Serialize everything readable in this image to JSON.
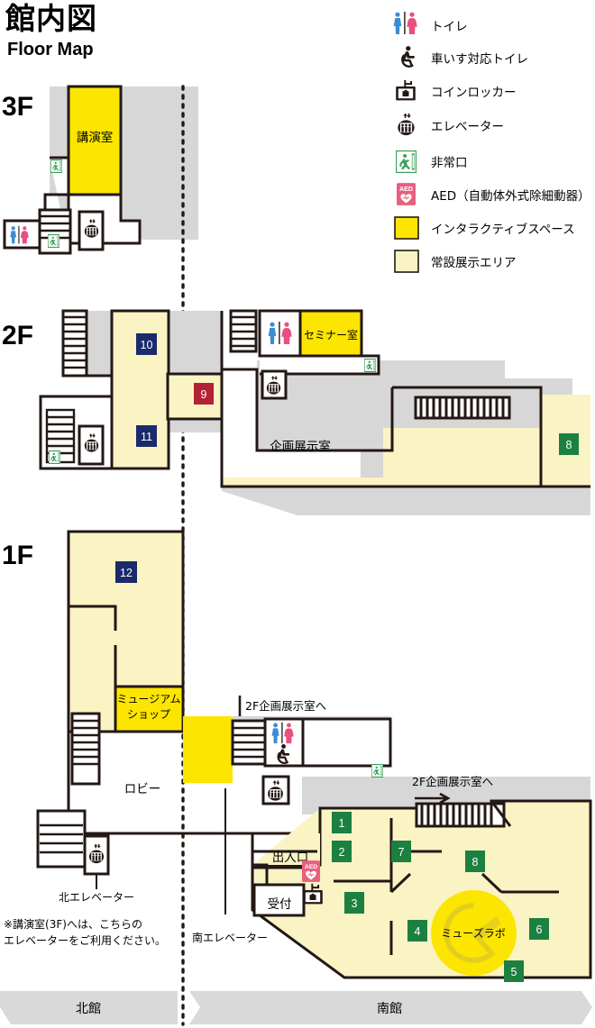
{
  "header": {
    "title_jp": "館内図",
    "title_en": "Floor Map"
  },
  "legend": {
    "items": [
      {
        "icon": "restroom-icon",
        "label": "トイレ"
      },
      {
        "icon": "wheelchair-restroom-icon",
        "label": "車いす対応トイレ"
      },
      {
        "icon": "coin-locker-icon",
        "label": "コインロッカー"
      },
      {
        "icon": "elevator-icon",
        "label": "エレベーター"
      },
      {
        "icon": "emergency-exit-icon",
        "label": "非常口"
      },
      {
        "icon": "aed-icon",
        "label": "AED（自動体外式除細動器）"
      },
      {
        "icon": "swatch-bright-yellow",
        "label": "インタラクティブスペース"
      },
      {
        "icon": "swatch-pale-yellow",
        "label": "常設展示エリア"
      }
    ]
  },
  "floors": [
    {
      "id": "3F",
      "label": "3F",
      "rooms": [
        {
          "name": "講演室",
          "type": "interactive"
        }
      ],
      "markers": []
    },
    {
      "id": "2F",
      "label": "2F",
      "rooms": [
        {
          "name": "セミナー室",
          "type": "interactive"
        },
        {
          "name": "企画展示室",
          "type": "plain"
        }
      ],
      "markers": [
        {
          "num": "10",
          "color": "navy"
        },
        {
          "num": "11",
          "color": "navy"
        },
        {
          "num": "9",
          "color": "red"
        },
        {
          "num": "8",
          "color": "green"
        }
      ]
    },
    {
      "id": "1F",
      "label": "1F",
      "rooms": [
        {
          "name": "ミュージアム",
          "type": "interactive"
        },
        {
          "name": "ショップ",
          "type": "interactive"
        },
        {
          "name": "ロビー",
          "type": "plain"
        },
        {
          "name": "出入口",
          "type": "plain"
        },
        {
          "name": "受付",
          "type": "plain"
        },
        {
          "name": "ミューズラボ",
          "type": "interactive"
        }
      ],
      "markers": [
        {
          "num": "12",
          "color": "navy"
        },
        {
          "num": "1",
          "color": "green"
        },
        {
          "num": "2",
          "color": "green"
        },
        {
          "num": "3",
          "color": "green"
        },
        {
          "num": "4",
          "color": "green"
        },
        {
          "num": "5",
          "color": "green"
        },
        {
          "num": "6",
          "color": "green"
        },
        {
          "num": "7",
          "color": "green"
        },
        {
          "num": "8",
          "color": "green"
        }
      ],
      "callouts": [
        {
          "name": "north-elevator",
          "label": "北エレベーター"
        },
        {
          "name": "south-elevator",
          "label": "南エレベーター"
        }
      ],
      "directions": [
        {
          "label": "2F企画展示室へ",
          "arrow": "down"
        },
        {
          "label": "2F企画展示室へ",
          "arrow": "right"
        }
      ],
      "note": "※講演室(3F)へは、こちらの\nエレベーターをご利用ください。",
      "note_line1": "※講演室(3F)へは、こちらの",
      "note_line2": "エレベーターをご利用ください。"
    }
  ],
  "wings": [
    {
      "label": "北館"
    },
    {
      "label": "南館"
    }
  ],
  "colors": {
    "bright_yellow": "#FCE500",
    "pale_yellow": "#FAF3C4",
    "gray_area": "#D7D7D7",
    "outline": "#231815",
    "badge_navy": "#1B2A6B",
    "badge_red": "#B22234",
    "badge_green": "#1B8040",
    "restroom_blue": "#3C8CD2",
    "restroom_pink": "#E8507F",
    "exit_green": "#3CA05A",
    "aed_pink": "#E8607F",
    "wing_band": "#D9D9D9"
  }
}
